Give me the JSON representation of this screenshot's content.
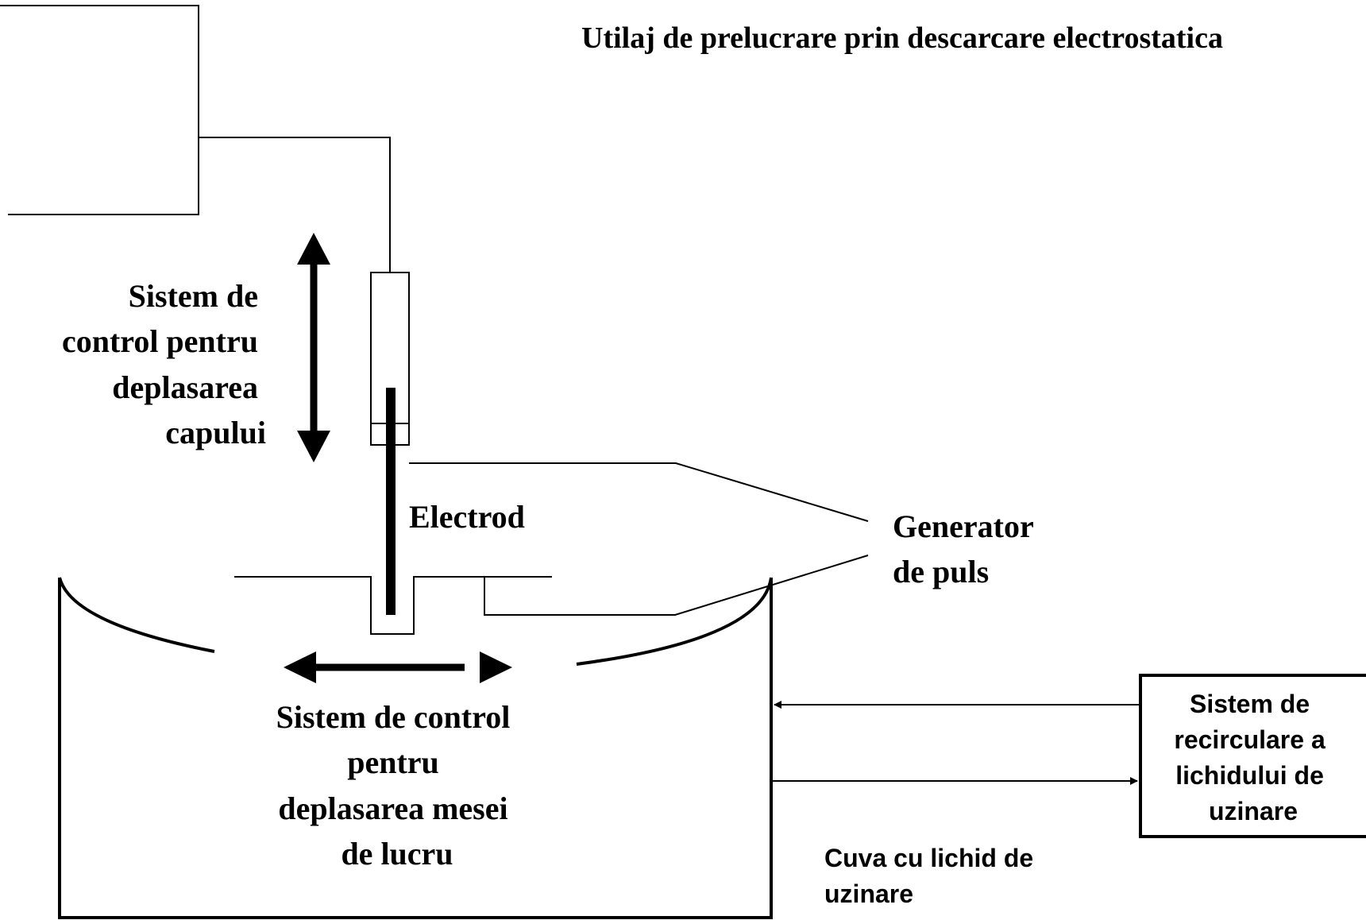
{
  "title": "Utilaj de prelucrare prin descarcare electrostatica",
  "labels": {
    "head_control": [
      "Sistem de",
      "control pentru",
      "deplasarea",
      "capului"
    ],
    "electrode": "Electrod",
    "pulse_generator": [
      "Generator",
      "de puls"
    ],
    "table_control": [
      "Sistem de control",
      "pentru",
      "deplasarea mesei",
      "de lucru"
    ],
    "recirculation": [
      "Sistem de",
      "recirculare a",
      "lichidului de",
      "uzinare"
    ],
    "tank": [
      "Cuva cu lichid de",
      "uzinare"
    ]
  },
  "colors": {
    "ink": "#000000",
    "background": "#ffffff"
  }
}
